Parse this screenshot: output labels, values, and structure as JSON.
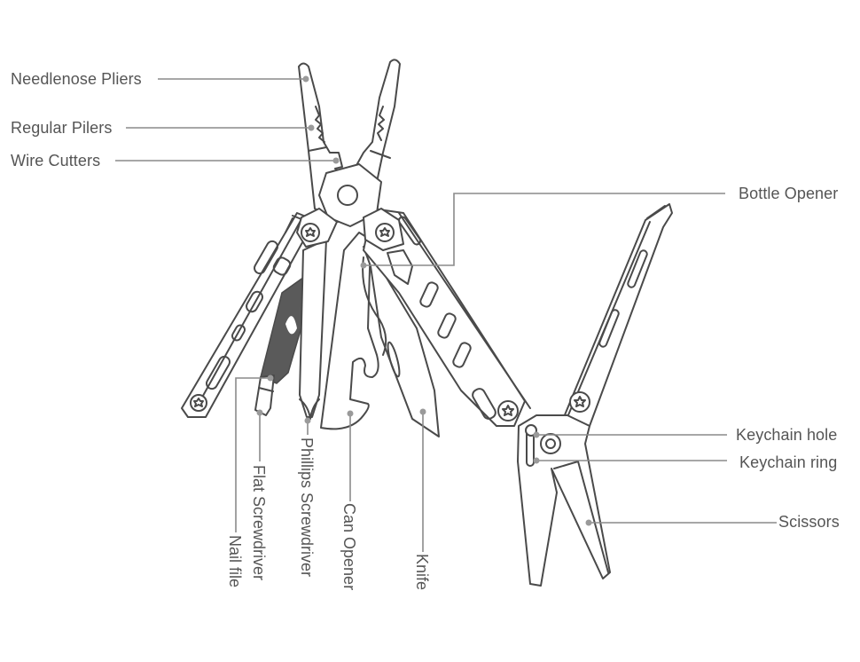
{
  "diagram": {
    "subject": "Multi-tool",
    "colors": {
      "outline": "#4a4a4a",
      "leader_line": "#8a8a8a",
      "label_text": "#555555",
      "nail_file_fill": "#5a5a5a",
      "background": "#ffffff"
    },
    "labels_left": [
      {
        "id": "needlenose-pliers",
        "text": "Needlenose Pliers"
      },
      {
        "id": "regular-pliers",
        "text": "Regular Pilers"
      },
      {
        "id": "wire-cutters",
        "text": "Wire Cutters"
      }
    ],
    "labels_right": [
      {
        "id": "bottle-opener",
        "text": "Bottle Opener"
      },
      {
        "id": "keychain-hole",
        "text": "Keychain hole"
      },
      {
        "id": "keychain-ring",
        "text": "Keychain ring"
      },
      {
        "id": "scissors",
        "text": "Scissors"
      }
    ],
    "labels_bottom_vertical": [
      {
        "id": "nail-file",
        "text": "Nail file"
      },
      {
        "id": "flat-screwdriver",
        "text": "Flat Screwdriver"
      },
      {
        "id": "phillips-screwdriver",
        "text": "Phillips Screwdriver"
      },
      {
        "id": "can-opener",
        "text": "Can Opener"
      },
      {
        "id": "knife",
        "text": "Knife"
      }
    ]
  }
}
